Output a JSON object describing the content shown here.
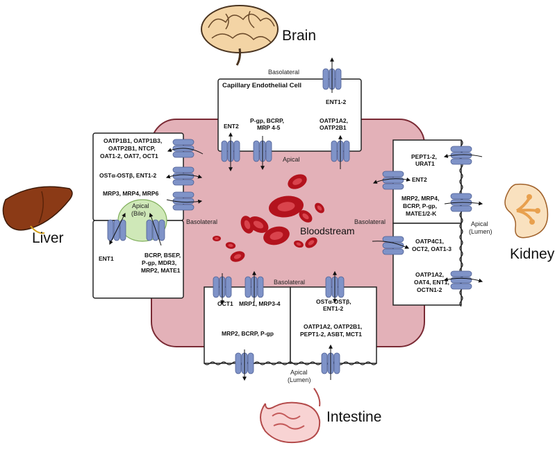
{
  "colors": {
    "bloodstream_fill": "#e3b1b8",
    "bloodstream_stroke": "#7a2a34",
    "transporter_fill": "#7f93c8",
    "transporter_stroke": "#4e5f93",
    "rbc": "#b3131d",
    "bile_fill": "#cfe8b8",
    "liver": "#8b3a16",
    "kidney": "#e8a04e"
  },
  "organs": {
    "brain": "Brain",
    "liver": "Liver",
    "kidney": "Kidney",
    "intestine": "Intestine"
  },
  "center": {
    "bloodstream": "Bloodstream"
  },
  "brain": {
    "basolateral": "Basolateral",
    "cell_title": "Capillary Endothelial Cell",
    "ent12": "ENT1-2",
    "ent2": "ENT2",
    "efflux": [
      "P-gp, BCRP,",
      "MRP 4-5"
    ],
    "oatp": [
      "OATP1A2,",
      "OATP2B1"
    ],
    "apical": "Apical"
  },
  "liver": {
    "uptake": [
      "OATP1B1, OATP1B3,",
      "OATP2B1, NTCP,",
      "OAT1-2, OAT7, OCT1"
    ],
    "ost": "OSTα-OSTβ, ENT1-2",
    "mrp": "MRP3, MRP4, MRP6",
    "basolateral": "Basolateral",
    "apical_bile": [
      "Apical",
      "(Bile)"
    ],
    "ent1": "ENT1",
    "canalicular": [
      "BCRP, BSEP,",
      "P-gp, MDR3,",
      "MRP2, MATE1"
    ]
  },
  "kidney": {
    "pept": [
      "PEPT1-2,",
      "URAT1"
    ],
    "ent2": "ENT2",
    "mrp": [
      "MRP2, MRP4,",
      "BCRP, P-gp,",
      "MATE1/2-K"
    ],
    "basolateral": "Basolateral",
    "apical_lumen": [
      "Apical",
      "(Lumen)"
    ],
    "oatp4c1": [
      "OATP4C1,",
      "OCT2, OAT1-3"
    ],
    "oatp1a2": [
      "OATP1A2,",
      "OAT4, ENT1,",
      "OCTN1-2"
    ]
  },
  "intestine": {
    "basolateral": "Basolateral",
    "oct1": "OCT1",
    "mrp": "MRP1, MRP3-4",
    "ost": [
      "OSTα-OSTβ,",
      "ENT1-2"
    ],
    "efflux": "MRP2, BCRP, P-gp",
    "uptake": [
      "OATP1A2, OATP2B1,",
      "PEPT1-2, ASBT, MCT1"
    ],
    "apical_lumen": [
      "Apical",
      "(Lumen)"
    ]
  }
}
